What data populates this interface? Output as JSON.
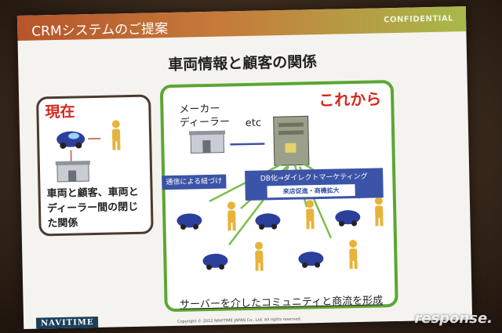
{
  "slide": {
    "banner_title": "CRMシステムのご提案",
    "confidential": "CONFIDENTIAL",
    "main_title": "車両情報と顧客の関係",
    "left": {
      "heading": "現在",
      "text": "車両と顧客、車両とディーラー間の閉じた関係"
    },
    "right": {
      "heading": "これから",
      "maker_label": "メーカー\nディーラー",
      "etc": "etc",
      "link_label": "通信による紐づけ",
      "marketing_label": "DB化→ダイレクトマーケティング",
      "promo_label": "来店促進・商機拡大",
      "footer": "サーバーを介したコミュニティと商流を形成"
    },
    "logo": "NAVITIME",
    "copyright": "Copyright © 2012 NAVITIME JAPAN Co., Ltd. All rights reserved."
  },
  "watermark": "response."
}
